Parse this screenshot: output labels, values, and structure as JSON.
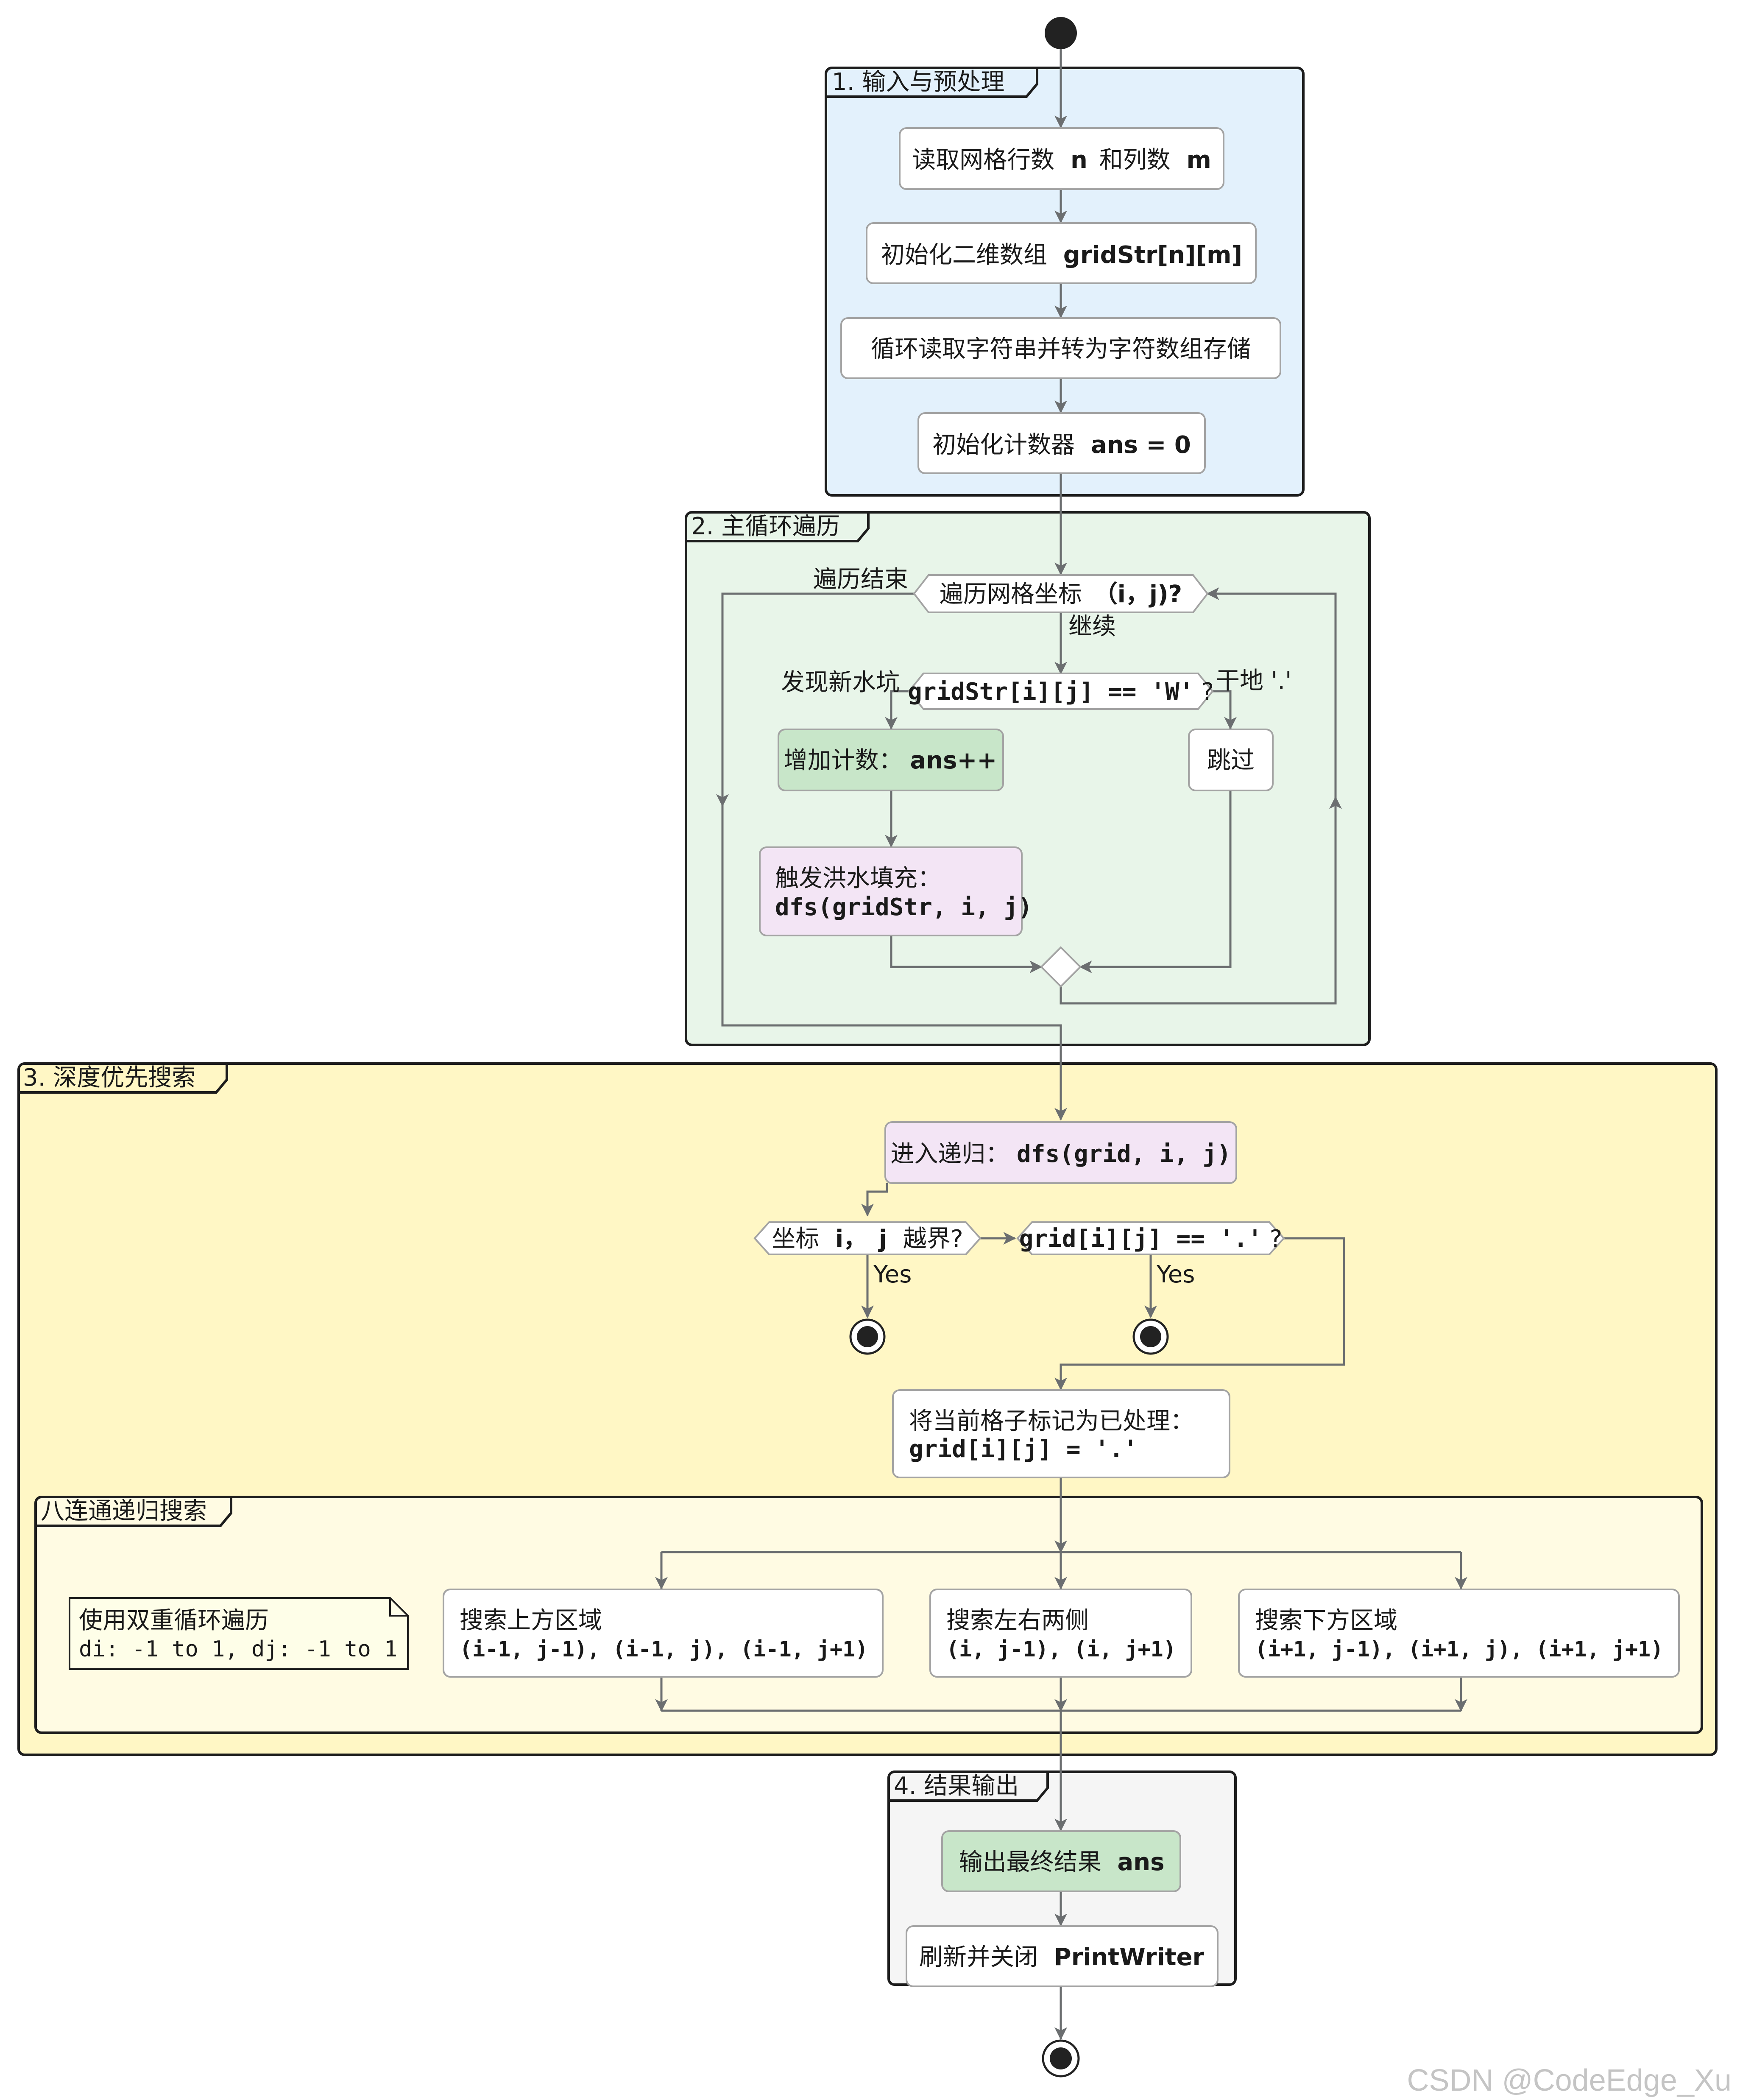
{
  "partitions": {
    "p1": "1. 输入与预处理",
    "p2": "2. 主循环遍历",
    "p3": "3. 深度优先搜索",
    "p3sub": "八连通递归搜索",
    "p4": "4. 结果输出"
  },
  "nodes": {
    "read_nm_a": "读取网格行数",
    "read_nm_b": "n",
    "read_nm_c": "和列数",
    "read_nm_d": "m",
    "init_grid_a": "初始化二维数组",
    "init_grid_b": "gridStr[n][m]",
    "loop_read": "循环读取字符串并转为字符数组存储",
    "init_ans_a": "初始化计数器",
    "init_ans_b": "ans = 0",
    "traverse_a": "遍历网格坐标",
    "traverse_b": "（i，j)?",
    "check_w_a": "gridStr[i][j] == 'W'",
    "check_w_b": "?",
    "inc_a": "增加计数：",
    "inc_b": "ans++",
    "skip": "跳过",
    "flood_1": "触发洪水填充：",
    "flood_2": "dfs(gridStr, i, j)",
    "enter_a": "进入递归：",
    "enter_b": "dfs(grid, i, j)",
    "oob_a": "坐标",
    "oob_b": "i，",
    "oob_c": "j",
    "oob_d": "越界?",
    "dot_a": "grid[i][j] == '.'",
    "dot_b": "?",
    "mark_1": "将当前格子标记为已处理：",
    "mark_2": "grid[i][j] = '.'",
    "up_1": "搜索上方区域",
    "up_2": "(i-1, j-1), (i-1, j), (i-1, j+1)",
    "lr_1": "搜索左右两侧",
    "lr_2": "(i, j-1), (i, j+1)",
    "down_1": "搜索下方区域",
    "down_2": "(i+1, j-1), (i+1, j), (i+1, j+1)",
    "note_1": "使用双重循环遍历",
    "note_2": "di: -1 to 1, dj: -1 to 1",
    "out_a": "输出最终结果",
    "out_b": "ans",
    "close_a": "刷新并关闭",
    "close_b": "PrintWriter"
  },
  "edge_labels": {
    "done": "遍历结束",
    "continue": "继续",
    "found": "发现新水坑",
    "dry": "干地 '.'",
    "yes1": "Yes",
    "yes2": "Yes"
  },
  "watermark": "CSDN @CodeEdge_Xu",
  "colors": {
    "p1_bg": "#e3f1fc",
    "p2_bg": "#e8f5e9",
    "p3_bg": "#fff7c5",
    "p3sub_bg": "#fffbe3",
    "p4_bg": "#f5f5f5",
    "green_box": "#c8e6c9",
    "purple_box": "#f3e5f5",
    "note_bg": "#fefee8",
    "line": "#6b6e70"
  }
}
